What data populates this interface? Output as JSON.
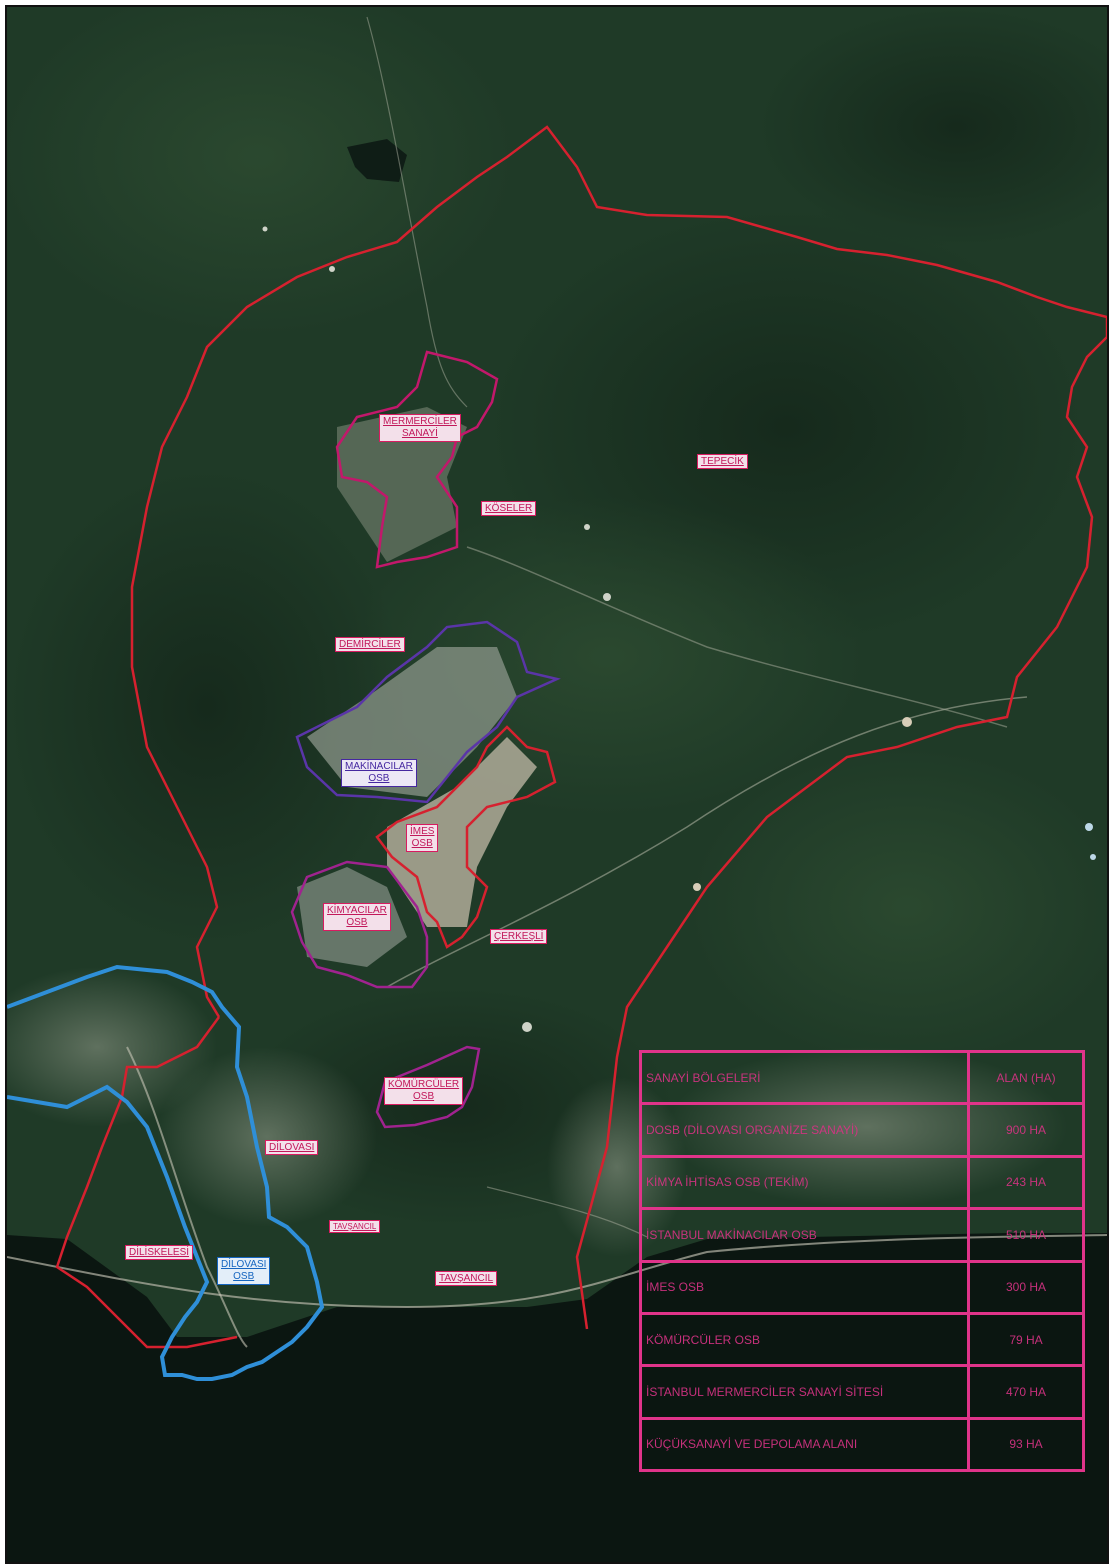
{
  "colors": {
    "boundary_red": "#d6212f",
    "osb_blue": "#2f8fd8",
    "osb_purple": "#5a35a8",
    "osb_magenta": "#c2186b",
    "legend_pink": "#e0348a",
    "forest": "#1f3a27",
    "sea": "#0d1a14"
  },
  "labels": {
    "mermerciler_1": "MERMERCİLER",
    "mermerciler_2": "SANAYİ",
    "tepecik": "TEPECİK",
    "koseler": "KÖSELER",
    "demirciler": "DEMİRCİLER",
    "makinacilar_1": "MAKİNACILAR",
    "makinacilar_2": "OSB",
    "imes_1": "İMES",
    "imes_2": "OSB",
    "kimyacilar_1": "KİMYACILAR",
    "kimyacilar_2": "OSB",
    "cerkesli": "ÇERKEŞLİ",
    "komurculer_1": "KÖMÜRCÜLER",
    "komurculer_2": "OSB",
    "dilovasi": "DİLOVASI",
    "tavsancil_small": "TAVŞANCIL",
    "tavsancil": "TAVŞANCIL",
    "diliskelesi": "DİLİSKELESİ",
    "dilovasi_osb_1": "DİLOVASI",
    "dilovasi_osb_2": "OSB"
  },
  "legend": {
    "header_name": "SANAYİ BÖLGELERİ",
    "header_area": "ALAN (HA)",
    "rows": [
      {
        "name": "DOSB (DİLOVASI ORGANİZE SANAYİ)",
        "area": "900 HA"
      },
      {
        "name": "KİMYA İHTİSAS OSB (TEKİM)",
        "area": "243 HA"
      },
      {
        "name": "İSTANBUL MAKİNACILAR OSB",
        "area": "510 HA"
      },
      {
        "name": "İMES OSB",
        "area": "300 HA"
      },
      {
        "name": "KÖMÜRCÜLER OSB",
        "area": "79 HA"
      },
      {
        "name": "İSTANBUL MERMERCİLER SANAYİ SİTESİ",
        "area": "470 HA"
      },
      {
        "name": "KÜÇÜKSANAYİ VE DEPOLAMA ALANI",
        "area": "93 HA"
      }
    ]
  }
}
